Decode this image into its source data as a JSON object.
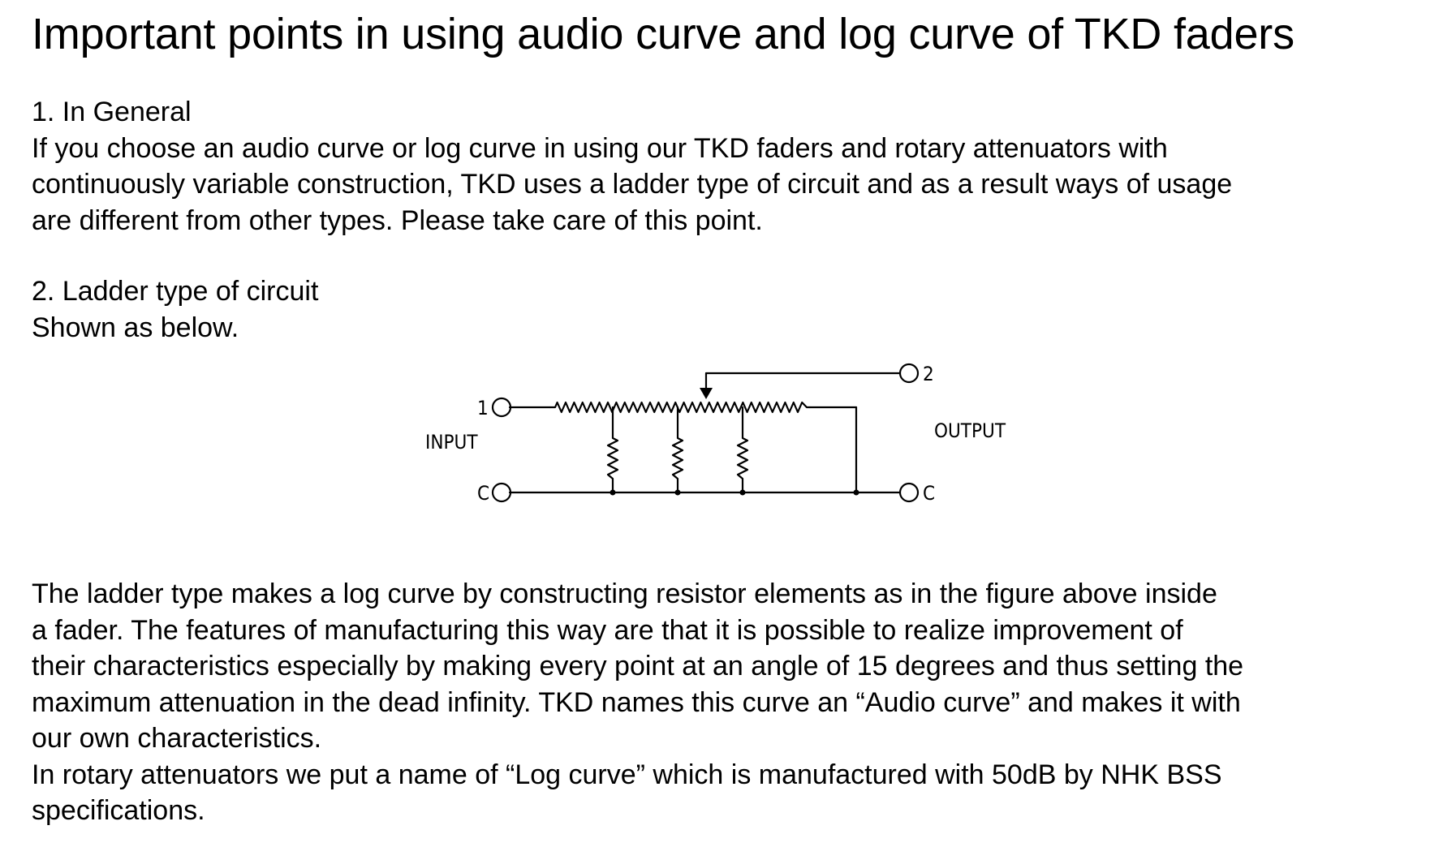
{
  "title": "Important points in using audio curve and log curve of TKD faders",
  "section1": {
    "heading": "1. In General",
    "lines": [
      "If you choose an audio curve or log curve in using our TKD faders and rotary attenuators with",
      "continuously variable construction, TKD uses a ladder type of circuit and as a result ways of usage",
      "are different from other types. Please take care of this point."
    ]
  },
  "section2": {
    "heading": "2. Ladder type of circuit",
    "lines": [
      "Shown as below."
    ]
  },
  "diagram": {
    "input_label": "INPUT",
    "output_label": "OUTPUT",
    "terminal_in_1": "1",
    "terminal_in_c": "C",
    "terminal_out_2": "2",
    "terminal_out_c": "C"
  },
  "section3": {
    "lines": [
      "The ladder type makes a log curve by constructing resistor elements as in the figure above inside",
      "a fader. The features of manufacturing this way are that it is possible to realize improvement of",
      "their characteristics especially by making every point at an angle of 15 degrees and thus setting the",
      "maximum attenuation in the dead infinity. TKD names this curve an “Audio curve” and makes it with",
      "our own characteristics.",
      "In rotary attenuators we put a name of “Log curve” which is manufactured with 50dB by NHK BSS",
      "specifications."
    ]
  }
}
